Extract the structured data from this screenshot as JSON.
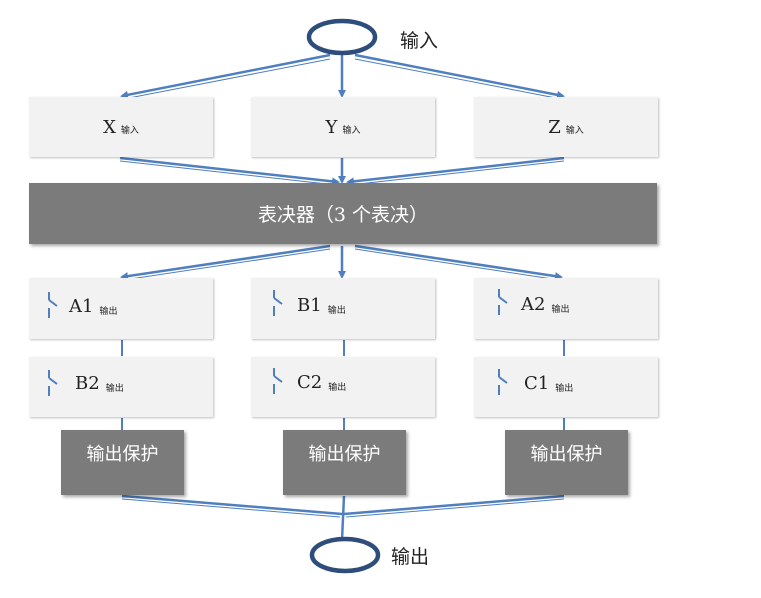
{
  "input_label": "输入",
  "output_label": "输出",
  "inputs": [
    {
      "name": "X",
      "suffix": "输入"
    },
    {
      "name": "Y",
      "suffix": "输入"
    },
    {
      "name": "Z",
      "suffix": "输入"
    }
  ],
  "voter_label": "表决器（3 个表决）",
  "channels": [
    {
      "top": {
        "name": "A1",
        "suffix": "输出"
      },
      "bottom": {
        "name": "B2",
        "suffix": "输出"
      },
      "protection": "输出保护"
    },
    {
      "top": {
        "name": "B1",
        "suffix": "输出"
      },
      "bottom": {
        "name": "C2",
        "suffix": "输出"
      },
      "protection": "输出保护"
    },
    {
      "top": {
        "name": "A2",
        "suffix": "输出"
      },
      "bottom": {
        "name": "C1",
        "suffix": "输出"
      },
      "protection": "输出保护"
    }
  ],
  "colors": {
    "wire": "#4f7fbf",
    "terminal": "#2e4d7a",
    "box": "#f2f2f2",
    "dark_box": "#7b7b7b"
  }
}
